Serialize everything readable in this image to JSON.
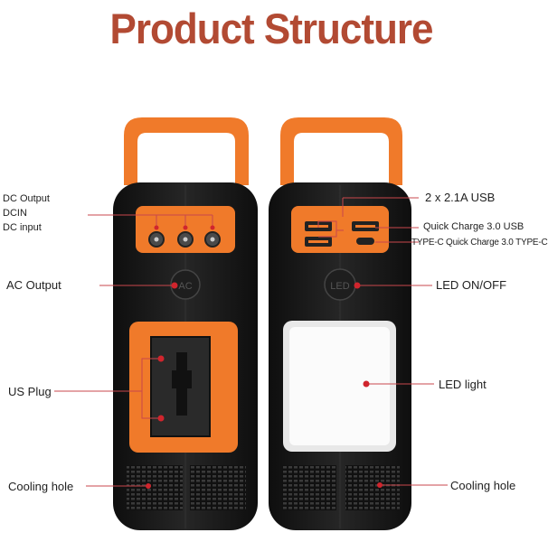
{
  "title": "Product Structure",
  "labels": {
    "dc_output": "DC Output",
    "dcin": "DCIN",
    "dc_input": "DC input",
    "ac_output": "AC Output",
    "us_plug": "US Plug",
    "cooling_left": "Cooling hole",
    "usb_21a": "2 x 2.1A USB",
    "qc_usb": "Quick Charge 3.0 USB",
    "type_c": "TYPE-C Quick Charge 3.0 TYPE-C",
    "led_onoff": "LED  ON/OFF",
    "led_light": "LED light",
    "cooling_right": "Cooling hole"
  },
  "buttons": {
    "ac": "AC",
    "led": "LED"
  },
  "colors": {
    "orange": "#f07a2a",
    "body": "#1b1b1b",
    "title": "#b24a33",
    "pointer": "#d0252d"
  }
}
